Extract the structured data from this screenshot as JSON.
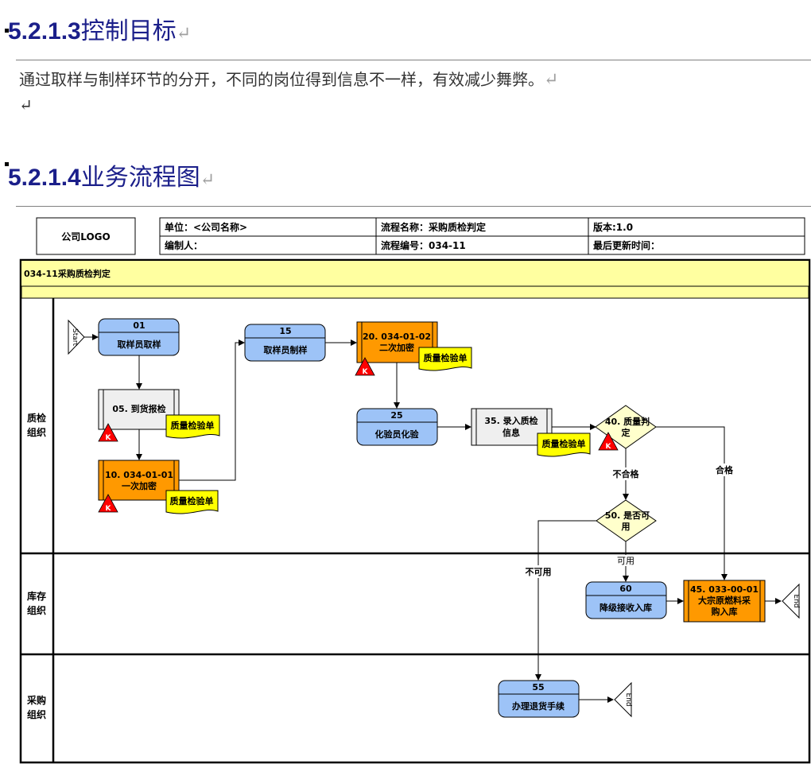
{
  "heading1": {
    "number": "5.2.1.3",
    "text": "控制目标",
    "mark": "↵"
  },
  "paragraph": {
    "text": "通过取样与制样环节的分开，不同的岗位得到信息不一样，有效减少舞弊。",
    "mark": "↵"
  },
  "empty_line_mark": "↵",
  "heading2": {
    "number": "5.2.1.4",
    "text": "业务流程图",
    "mark": "↵"
  },
  "header": {
    "logo": "公司LOGO",
    "unit": "单位：<公司名称>",
    "flow_name": "流程名称：采购质检判定",
    "version": "版本:1.0",
    "editor": "编制人：",
    "flow_code": "流程编号：034-11",
    "last_update": "最后更新时间："
  },
  "diagram_title": "034-11采购质检判定",
  "lanes": [
    {
      "line1": "质检",
      "line2": "组织"
    },
    {
      "line1": "库存",
      "line2": "组织"
    },
    {
      "line1": "采购",
      "line2": "组织"
    }
  ],
  "nodes": {
    "start": "Start",
    "n01": {
      "num": "01",
      "label": "取样员取样"
    },
    "n05": {
      "label": "05. 到货报检"
    },
    "n10": {
      "line1": "10. 034-01-01",
      "line2": "一次加密"
    },
    "n15": {
      "num": "15",
      "label": "取样员制样"
    },
    "n20": {
      "line1": "20. 034-01-02",
      "line2": "二次加密"
    },
    "n25": {
      "num": "25",
      "label": "化验员化验"
    },
    "n35": {
      "line1": "35. 录入质检",
      "line2": "信息"
    },
    "n40": {
      "line1": "40. 质量判",
      "line2": "定"
    },
    "n50": {
      "line1": "50. 是否可",
      "line2": "用"
    },
    "n60": {
      "num": "60",
      "label": "降级接收入库"
    },
    "n45": {
      "line1": "45. 033-00-01",
      "line2": "大宗原燃料采",
      "line3": "购入库"
    },
    "n55": {
      "num": "55",
      "label": "办理退货手续"
    },
    "end1": "End",
    "end2": "End"
  },
  "doc_label": "质量检验单",
  "risk_label": "K",
  "edge_labels": {
    "fail": "不合格",
    "pass": "合格",
    "usable": "可用",
    "unusable": "不可用"
  },
  "colors": {
    "heading": "#1b1f8a",
    "blue_box": "#9dc3f7",
    "orange_box": "#ff9900",
    "doc": "#ffff00",
    "decision": "#ffffcc",
    "title_band": "#ffffa0",
    "risk": "#ff0000"
  }
}
